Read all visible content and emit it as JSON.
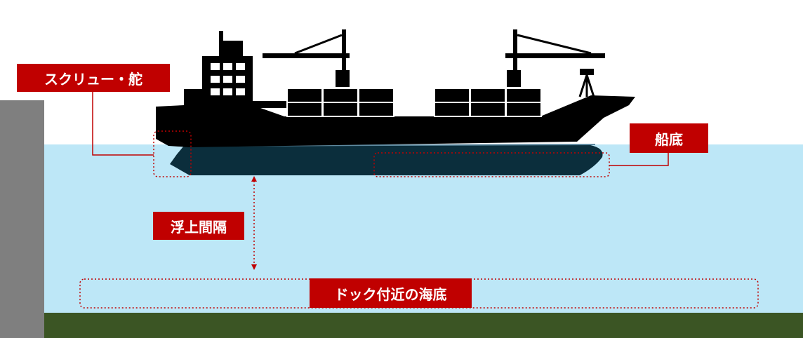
{
  "colors": {
    "sky": "#ffffff",
    "water": "#bde7f7",
    "seabed": "#3b5524",
    "wall": "#7f7f7f",
    "ship": "#000000",
    "underwater_hull": "#0b2e3c",
    "label_bg": "#c00000",
    "label_text": "#ffffff",
    "callout_line": "#c00000"
  },
  "icons": {
    "ship": "container-ship-silhouette"
  },
  "labels": {
    "screw_rudder": "スクリュー・舵",
    "hull_bottom": "船底",
    "floating_gap": "浮上間隔",
    "dock_seabed": "ドック付近の海底"
  }
}
